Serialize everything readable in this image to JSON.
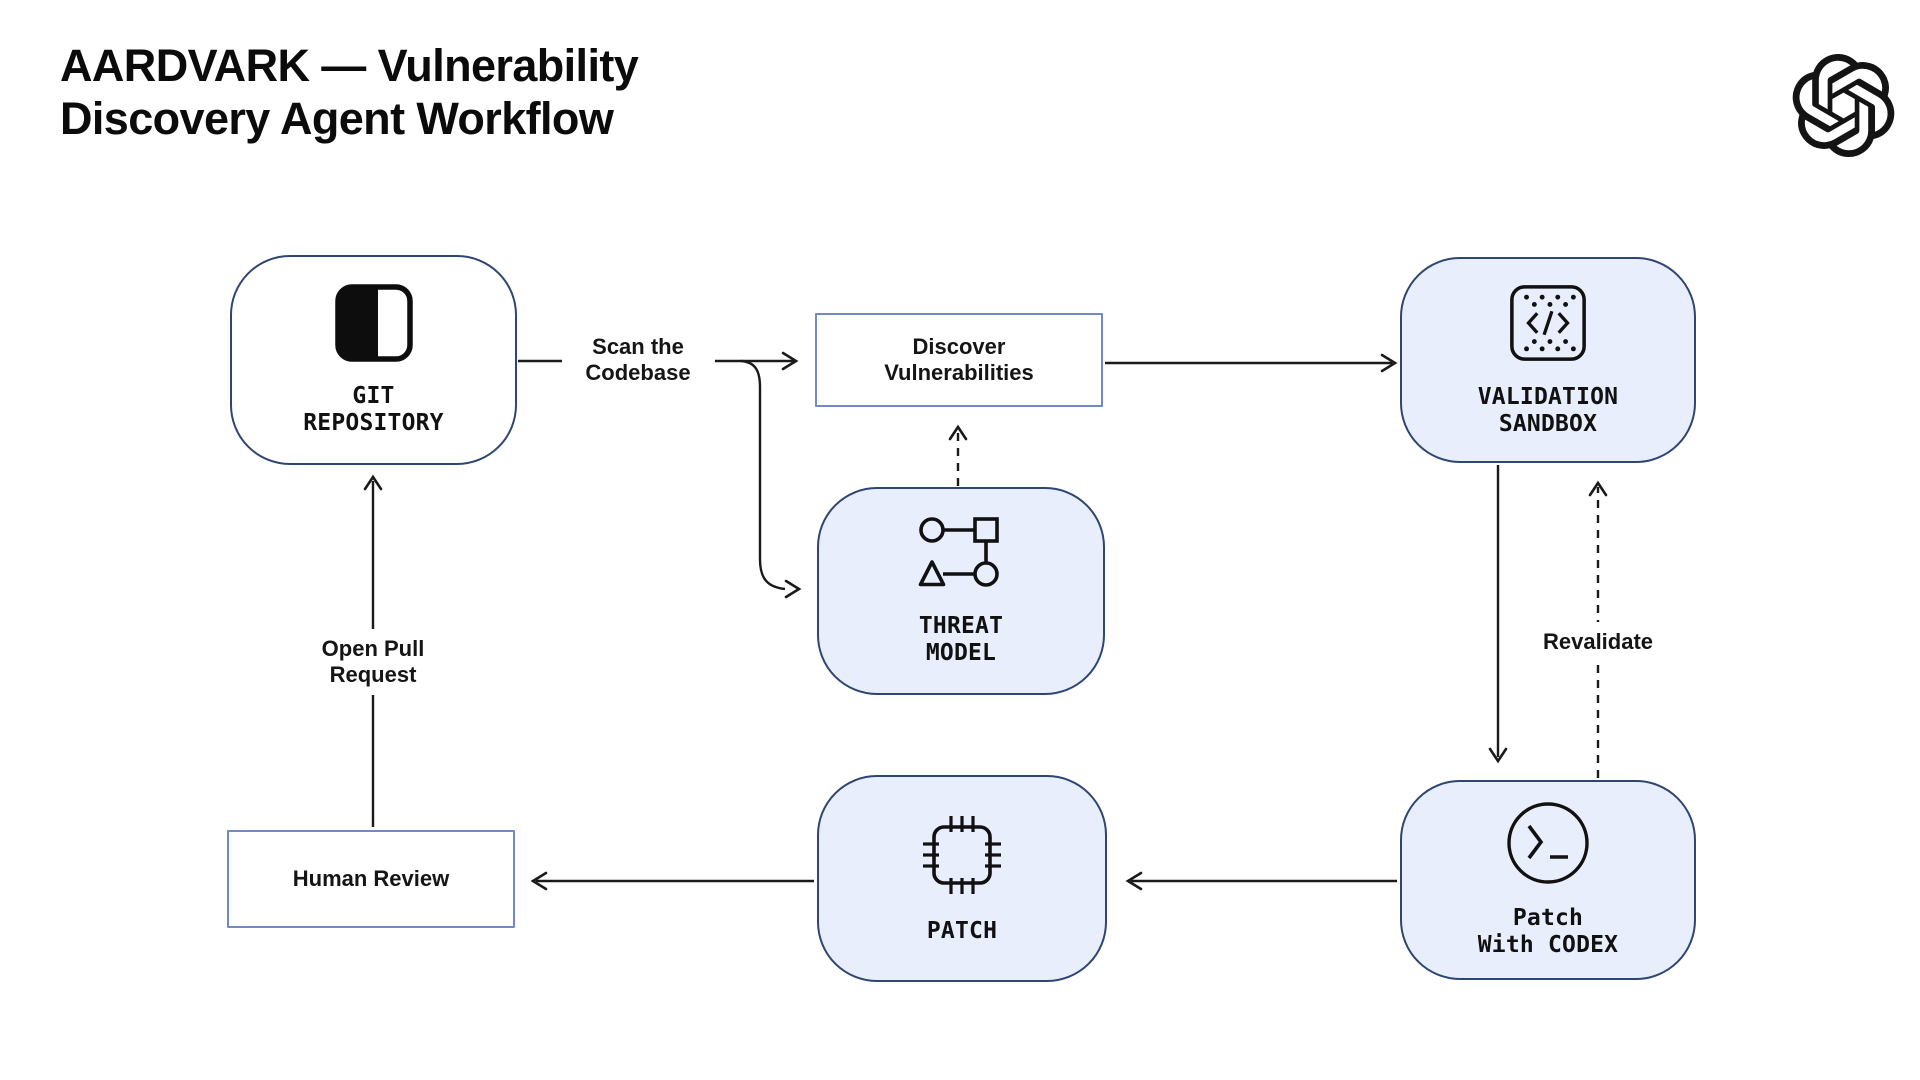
{
  "header": {
    "title_line1": "AARDVARK — Vulnerability",
    "title_line2": "Discovery Agent Workflow"
  },
  "nodes": {
    "git_repository": {
      "label": "GIT\nREPOSITORY",
      "icon": "git-repository-icon"
    },
    "discover_vulnerabilities": {
      "label": "Discover\nVulnerabilities"
    },
    "threat_model": {
      "label": "THREAT\nMODEL",
      "icon": "threat-model-icon"
    },
    "validation_sandbox": {
      "label": "VALIDATION\nSANDBOX",
      "icon": "code-sandbox-icon"
    },
    "patch_with_codex": {
      "label": "Patch\nWith CODEX",
      "icon": "terminal-icon"
    },
    "patch": {
      "label": "PATCH",
      "icon": "chip-icon"
    },
    "human_review": {
      "label": "Human Review"
    }
  },
  "edge_labels": {
    "scan_the_codebase": "Scan the\nCodebase",
    "open_pull_request": "Open Pull\nRequest",
    "revalidate": "Revalidate"
  },
  "colors": {
    "node_fill": "#e8eefb",
    "node_border": "#2f4572",
    "light_box_border": "#7289c7",
    "line": "#1a1a1a",
    "text": "#111111",
    "title": "#0b0b0b"
  }
}
